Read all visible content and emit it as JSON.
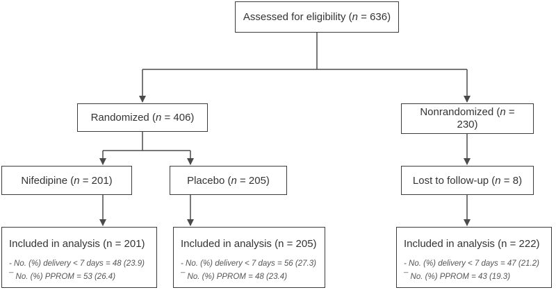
{
  "nodes": {
    "assessed": {
      "label": "Assessed for eligibility (",
      "n_var": "n",
      "value": " = 636)"
    },
    "randomized": {
      "label": "Randomized (",
      "n_var": "n",
      "value": " = 406)"
    },
    "nonrandomized": {
      "line1_label": "Nonrandomized (",
      "n_var": "n",
      "line1_value": " =",
      "line2": "230)"
    },
    "nifedipine": {
      "label": "Nifedipine (",
      "n_var": "n",
      "value": " = 201)"
    },
    "placebo": {
      "label": "Placebo (",
      "n_var": "n",
      "value": " = 205)"
    },
    "lost": {
      "label": "Lost to follow-up (",
      "n_var": "n",
      "value": " = 8)"
    }
  },
  "results": [
    {
      "title": "Included in analysis (n = 201)",
      "delivery": "- No. (%) delivery < 7 days = 48 (23.9)",
      "pprom": "¯ No. (%) PPROM = 53 (26.4)"
    },
    {
      "title": "Included in analysis (n = 205)",
      "delivery": "- No. (%) delivery < 7 days = 56 (27.3)",
      "pprom": "¯ No. (%) PPROM = 48 (23.4)"
    },
    {
      "title": "Included in analysis (n = 222)",
      "delivery": "- No. (%) delivery < 7 days = 47 (21.2)",
      "pprom": "¯ No. (%) PPROM = 43 (19.3)"
    }
  ]
}
